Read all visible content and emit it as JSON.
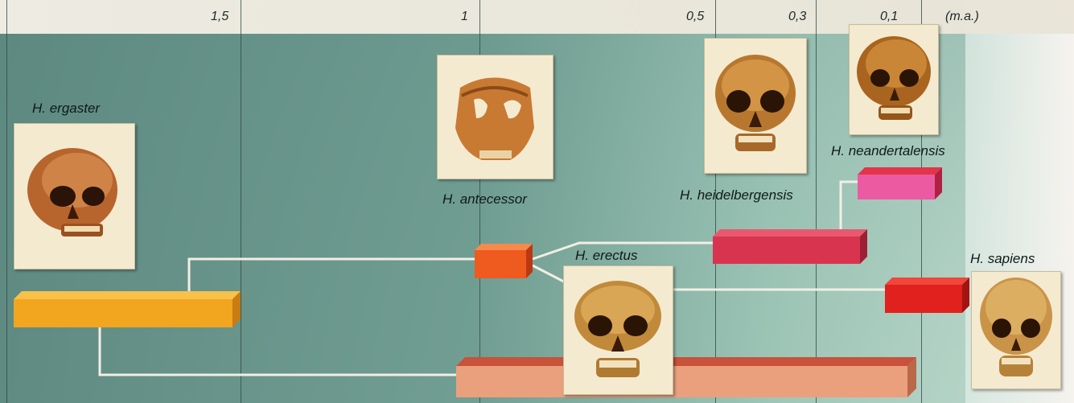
{
  "timeline": {
    "ticks": [
      "1,5",
      "1",
      "0,5",
      "0,3",
      "0,1",
      "(m.a.)"
    ]
  },
  "species": {
    "ergaster": "H. ergaster",
    "antecessor": "H. antecessor",
    "heidelbergensis": "H. heidelbergensis",
    "neandertalensis": "H. neandertalensis",
    "erectus": "H. erectus",
    "sapiens": "H. sapiens"
  },
  "colors": {
    "ergaster_bar": "#f2a51f",
    "antecessor_bar": "#ef5a1f",
    "heidelbergensis_bar": "#d9344f",
    "neandertalensis_bar": "#ec5aa3",
    "sapiens_bar": "#e0211d",
    "erectus_bar": "#eba07d"
  }
}
